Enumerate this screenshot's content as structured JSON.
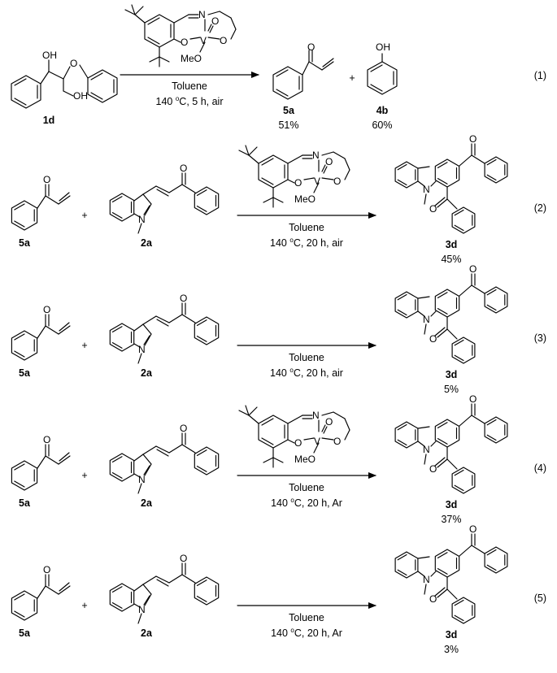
{
  "reactions": [
    {
      "number": "(1)",
      "reactants": [
        {
          "label": "1d"
        }
      ],
      "reagent_lines": [
        "Toluene",
        "140 oC, 5 h, air"
      ],
      "products": [
        {
          "label": "5a",
          "yield": "51%"
        },
        {
          "label": "4b",
          "yield": "60%"
        }
      ]
    },
    {
      "number": "(2)",
      "reactants": [
        {
          "label": "5a"
        },
        {
          "label": "2a"
        }
      ],
      "reagent_lines": [
        "Toluene",
        "140 oC, 20 h, air"
      ],
      "products": [
        {
          "label": "3d",
          "yield": "45%"
        }
      ]
    },
    {
      "number": "(3)",
      "reactants": [
        {
          "label": "5a"
        },
        {
          "label": "2a"
        }
      ],
      "reagent_lines": [
        "Toluene",
        "140 oC, 20 h, air"
      ],
      "products": [
        {
          "label": "3d",
          "yield": "5%"
        }
      ]
    },
    {
      "number": "(4)",
      "reactants": [
        {
          "label": "5a"
        },
        {
          "label": "2a"
        }
      ],
      "reagent_lines": [
        "Toluene",
        "140 oC, 20 h, Ar"
      ],
      "products": [
        {
          "label": "3d",
          "yield": "37%"
        }
      ]
    },
    {
      "number": "(5)",
      "reactants": [
        {
          "label": "5a"
        },
        {
          "label": "2a"
        }
      ],
      "reagent_lines": [
        "Toluene",
        "140 oC, 20 h, Ar"
      ],
      "products": [
        {
          "label": "3d",
          "yield": "3%"
        }
      ]
    }
  ],
  "plus_sign": "+",
  "atom_labels": {
    "OH": "OH",
    "O": "O",
    "N": "N",
    "V": "V",
    "MeO": "MeO"
  }
}
